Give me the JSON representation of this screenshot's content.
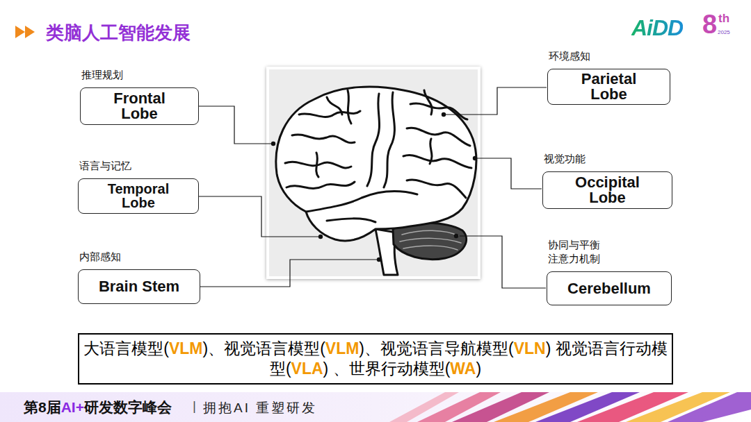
{
  "diagram": {
    "title": "类脑人工智能发展",
    "nodes": [
      {
        "text": [
          "推理规划",
          "Frontal Lobe"
        ]
      },
      {
        "text": [
          "环境感知",
          "Parietal Lobe"
        ]
      },
      {
        "text": [
          "语言与记忆",
          "Temporal Lobe"
        ]
      },
      {
        "text": [
          "视觉功能",
          "Occipital Lobe"
        ]
      },
      {
        "text": [
          "内部感知",
          "Brain Stem"
        ]
      },
      {
        "text": [
          "协同与平衡 注意力机制",
          "Cerebellum"
        ]
      },
      {
        "text": [
          "大语言模型(VLM)、视觉语言模型(VLM)、视觉语言导航模型(VLN) 视觉语言行动模型(VLA) 、世界行动模型(WA)"
        ]
      }
    ],
    "labels": [
      "AiDD",
      "8",
      "th",
      "2025",
      "第8届AI+研发数字峰会",
      "|",
      "拥抱AI 重塑研发"
    ]
  }
}
